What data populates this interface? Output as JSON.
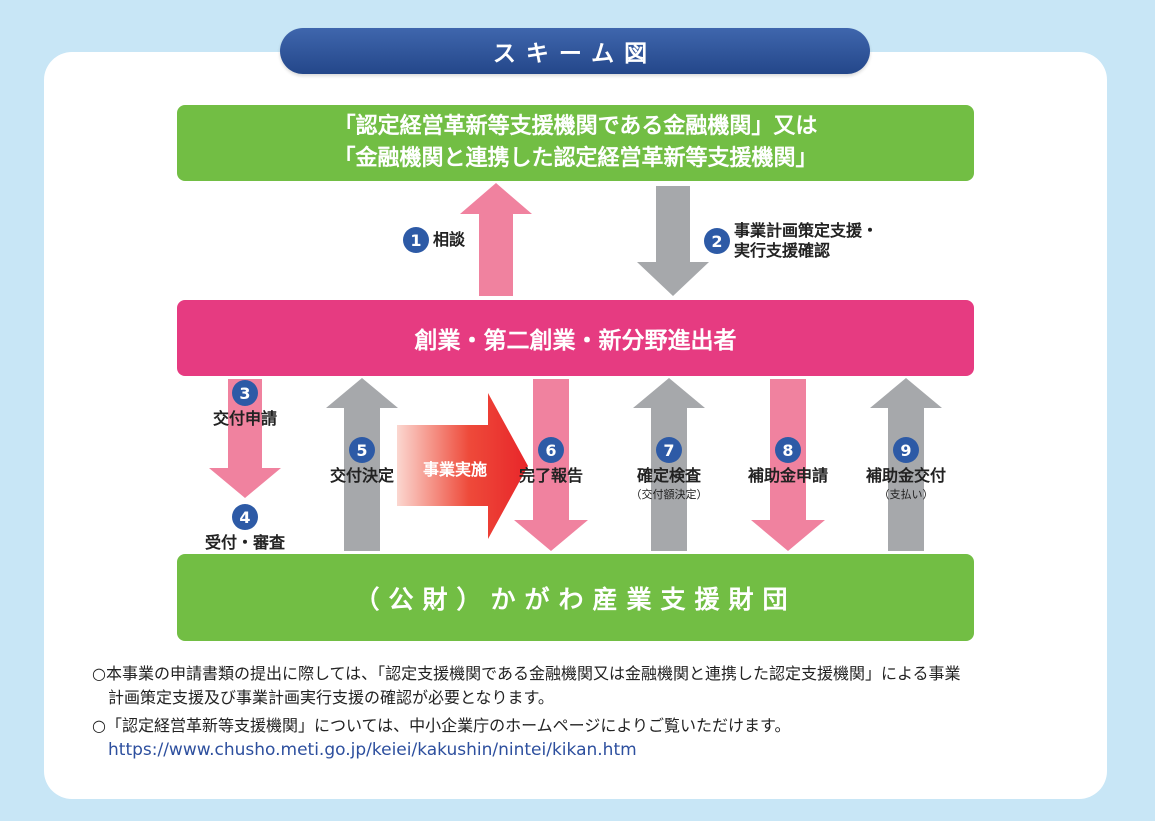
{
  "title": "スキーム図",
  "top_box": {
    "line1": "「認定経営革新等支援機関である金融機関」又は",
    "line2": "「金融機関と連携した認定経営革新等支援機関」"
  },
  "middle_box": "創業・第二創業・新分野進出者",
  "bottom_box": "（公財）かがわ産業支援財団",
  "implementation_label": "事業実施",
  "steps": [
    {
      "num": "1",
      "label": "相談"
    },
    {
      "num": "2",
      "label": "事業計画策定支援・",
      "label2": "実行支援確認"
    },
    {
      "num": "3",
      "label": "交付申請"
    },
    {
      "num": "4",
      "label": "受付・審査"
    },
    {
      "num": "5",
      "label": "交付決定"
    },
    {
      "num": "6",
      "label": "完了報告"
    },
    {
      "num": "7",
      "label": "確定検査",
      "sub": "（交付額決定）"
    },
    {
      "num": "8",
      "label": "補助金申請"
    },
    {
      "num": "9",
      "label": "補助金交付",
      "sub": "（支払い）"
    }
  ],
  "notes": [
    {
      "line1": "○本事業の申請書類の提出に際しては、「認定支援機関である金融機関又は金融機関と連携した認定支援機関」による事業",
      "line2": "計画策定支援及び事業計画実行支援の確認が必要となります。"
    },
    {
      "line1": "○「認定経営革新等支援機関」については、中小企業庁のホームページによりご覧いただけます。",
      "url": "https://www.chusho.meti.go.jp/keiei/kakushin/nintei/kikan.htm"
    }
  ],
  "colors": {
    "background": "#c8e6f6",
    "green": "#72be44",
    "pink_box": "#e63b81",
    "pink_arrow": "#f0829f",
    "gray_arrow": "#a6a8ab",
    "red_arrow": "#e8262a",
    "navy": "#2d5aa6"
  }
}
